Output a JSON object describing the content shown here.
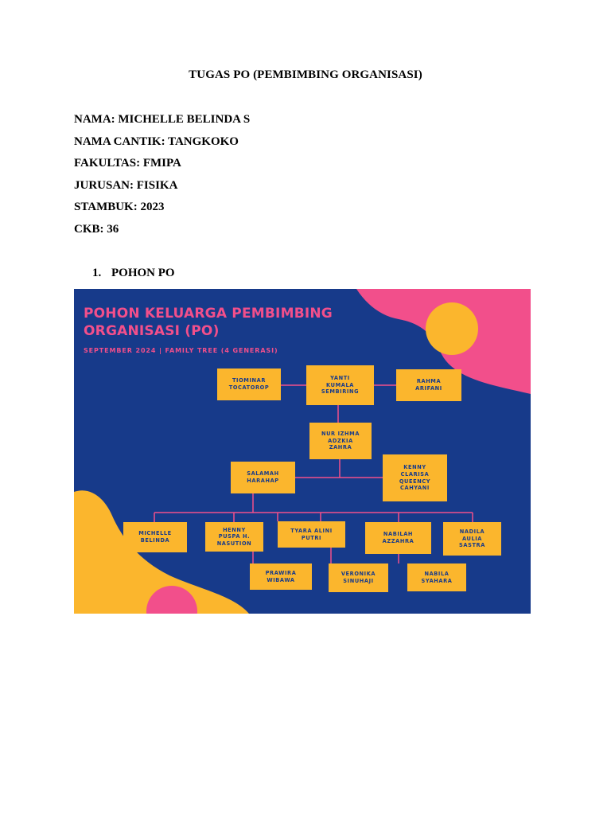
{
  "document": {
    "title": "TUGAS PO (PEMBIMBING ORGANISASI)",
    "info_lines": [
      "NAMA: MICHELLE BELINDA S",
      "NAMA CANTIK: TANGKOKO",
      "FAKULTAS: FMIPA",
      "JURUSAN: FISIKA",
      "STAMBUK: 2023",
      "CKB: 36"
    ],
    "section": {
      "number": "1.",
      "label": "POHON PO"
    }
  },
  "poster": {
    "title": "POHON KELUARGA PEMBIMBING ORGANISASI (PO)",
    "subtitle": "SEPTEMBER 2024 | FAMILY TREE (4 GENERASI)",
    "colors": {
      "background": "#173a8a",
      "accent_pink": "#f24f8b",
      "accent_yellow": "#fbb62d",
      "node_text": "#173a8a"
    },
    "nodes": {
      "tiominar": "TIOMINAR\nTOCATOROP",
      "yanti": "YANTI\nKUMALA\nSEMBIRING",
      "rahma": "RAHMA\nARIFANI",
      "nur_izhma": "NUR IZHMA\nADZKIA\nZAHRA",
      "salamah": "SALAMAH\nHARAHAP",
      "kenny": "KENNY\nCLARISA\nQUEENCY\nCAHYANI",
      "michelle": "MICHELLE\nBELINDA",
      "henny": "HENNY\nPUSPA H.\nNASUTION",
      "tyara": "TYARA ALINI\nPUTRI",
      "nabilah": "NABILAH\nAZZAHRA",
      "nadila": "NADILA\nAULIA\nSASTRA",
      "prawira": "PRAWIRA\nWIBAWA",
      "veronika": "VERONIKA\nSINUHAJI",
      "nabila": "NABILA\nSYAHARA"
    }
  }
}
